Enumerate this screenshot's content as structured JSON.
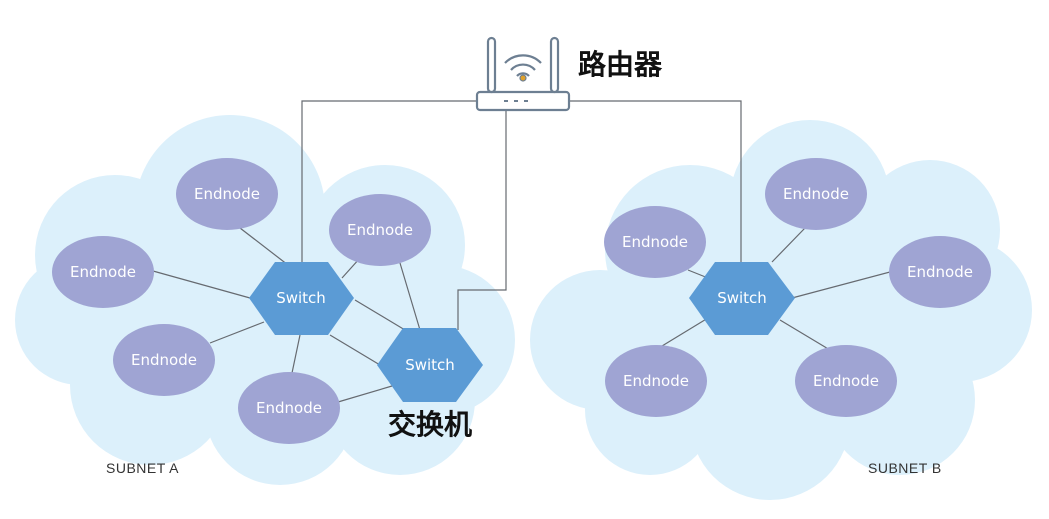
{
  "router": {
    "label": "路由器"
  },
  "switch_caption": {
    "label": "交换机"
  },
  "subnets": [
    {
      "label": "SUBNET A"
    },
    {
      "label": "SUBNET B"
    }
  ],
  "nodes": {
    "endnode_label": "Endnode",
    "switch_label": "Switch"
  },
  "colors": {
    "cloud": "#dcf0fb",
    "endnode": "#9fa4d3",
    "switch": "#5b9bd5",
    "router_outline": "#6d7f92",
    "router_led": "#e0a12b",
    "link": "#666a70"
  }
}
